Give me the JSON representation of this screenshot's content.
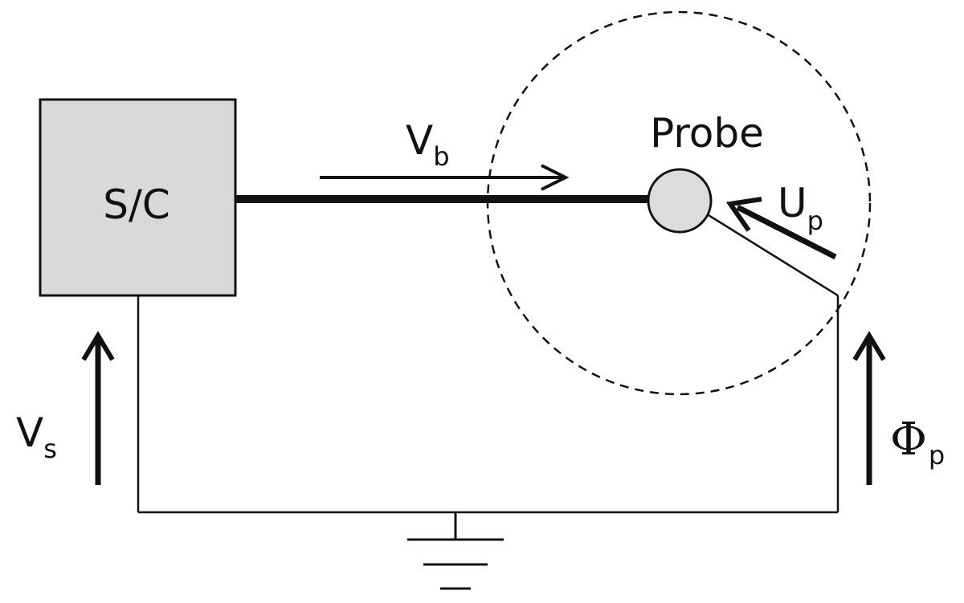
{
  "diagram": {
    "spacecraft": {
      "label": "S/C"
    },
    "probe": {
      "label": "Probe"
    },
    "labels": {
      "vb": {
        "main": "V",
        "sub": "b"
      },
      "up": {
        "main": "U",
        "sub": "p"
      },
      "vs": {
        "main": "V",
        "sub": "s"
      },
      "phip": {
        "main": "Φ",
        "sub": "p"
      }
    },
    "colors": {
      "stroke": "#111111",
      "box_fill": "#d9d9d9",
      "probe_fill": "#dcdcdc"
    },
    "icons": [
      "ground-symbol-icon",
      "arrow-up-icon",
      "arrow-right-icon",
      "arrow-diagonal-icon"
    ]
  }
}
